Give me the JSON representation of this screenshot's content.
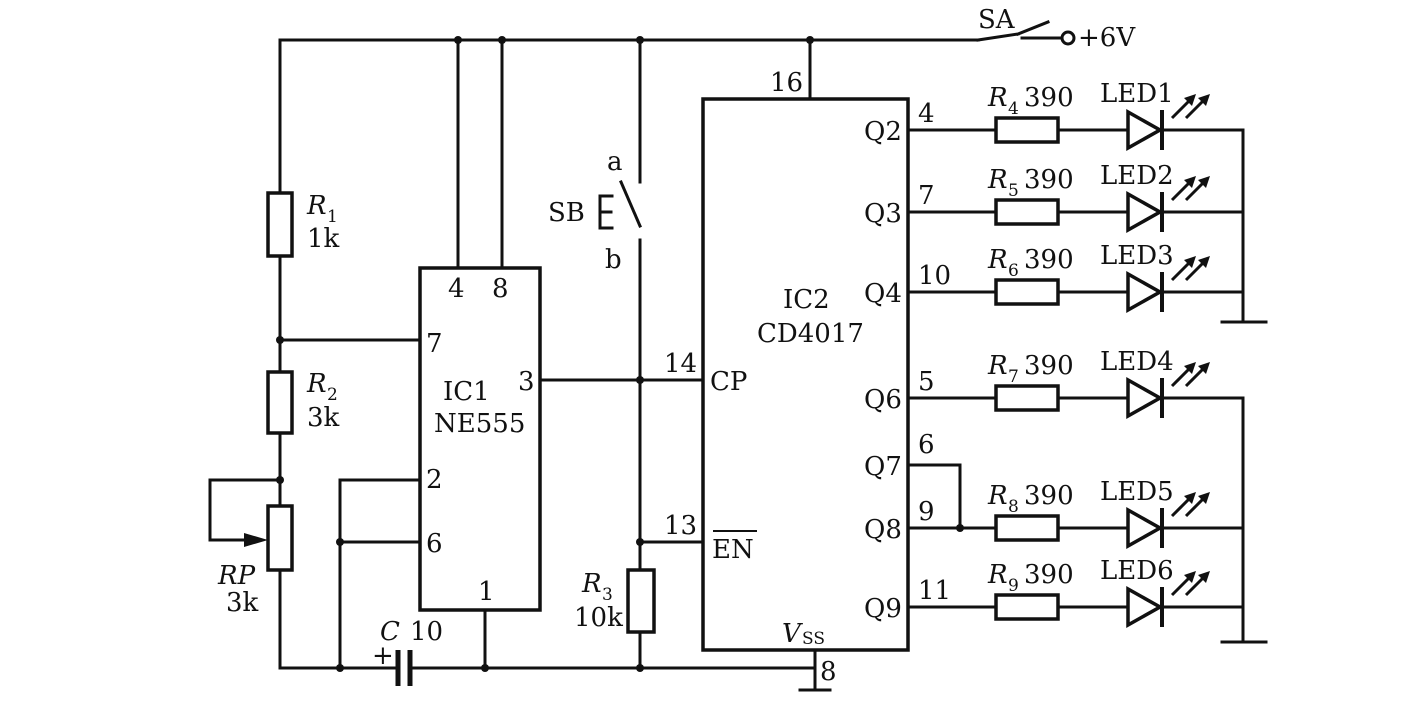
{
  "supply": {
    "switch": "SA",
    "voltage": "+6V"
  },
  "ic1": {
    "name": "IC1",
    "part": "NE555",
    "pins": [
      "4",
      "8",
      "7",
      "3",
      "2",
      "6",
      "1"
    ]
  },
  "ic2": {
    "name": "IC2",
    "part": "CD4017",
    "pins": {
      "vdd": "16",
      "cp": "14",
      "en": "13",
      "vss": "8"
    },
    "labels": {
      "cp": "CP",
      "en": "EN",
      "vss_main": "V",
      "vss_sub": "SS"
    }
  },
  "r1": {
    "letter": "R",
    "sub": "1",
    "value": "1k"
  },
  "r2": {
    "letter": "R",
    "sub": "2",
    "value": "3k"
  },
  "rp": {
    "name": "RP",
    "value": "3k"
  },
  "r3": {
    "letter": "R",
    "sub": "3",
    "value": "10k"
  },
  "cap": {
    "name": "C",
    "value": "10",
    "polarity": "+"
  },
  "sb": {
    "name": "SB",
    "a": "a",
    "b": "b"
  },
  "outputs": [
    {
      "q": "Q2",
      "pin": "4",
      "r_sub": "4",
      "value": "390",
      "led": "LED1"
    },
    {
      "q": "Q3",
      "pin": "7",
      "r_sub": "5",
      "value": "390",
      "led": "LED2"
    },
    {
      "q": "Q4",
      "pin": "10",
      "r_sub": "6",
      "value": "390",
      "led": "LED3"
    },
    {
      "q": "Q6",
      "pin": "5",
      "r_sub": "7",
      "value": "390",
      "led": "LED4"
    },
    {
      "q": "Q8",
      "pin": "9",
      "r_sub": "8",
      "value": "390",
      "led": "LED5"
    },
    {
      "q": "Q9",
      "pin": "11",
      "r_sub": "9",
      "value": "390",
      "led": "LED6"
    }
  ],
  "q7": {
    "q": "Q7",
    "pin": "6"
  },
  "r_letter": "R"
}
